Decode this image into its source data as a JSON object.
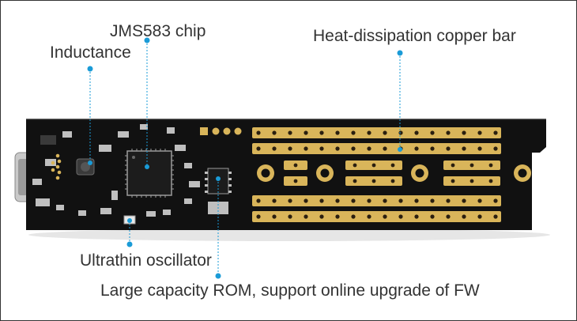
{
  "labels": {
    "chip": "JMS583 chip",
    "inductance": "Inductance",
    "heat_bar": "Heat-dissipation copper bar",
    "oscillator": "Ultrathin oscillator",
    "rom": "Large capacity ROM, support online upgrade of FW"
  },
  "colors": {
    "pcb": "#111111",
    "gold": "#d9b55a",
    "gold_dark": "#b89035",
    "hole": "#2a1f10",
    "callout": "#1a9bd7",
    "text": "#333333",
    "silk": "#d8d8d8"
  }
}
